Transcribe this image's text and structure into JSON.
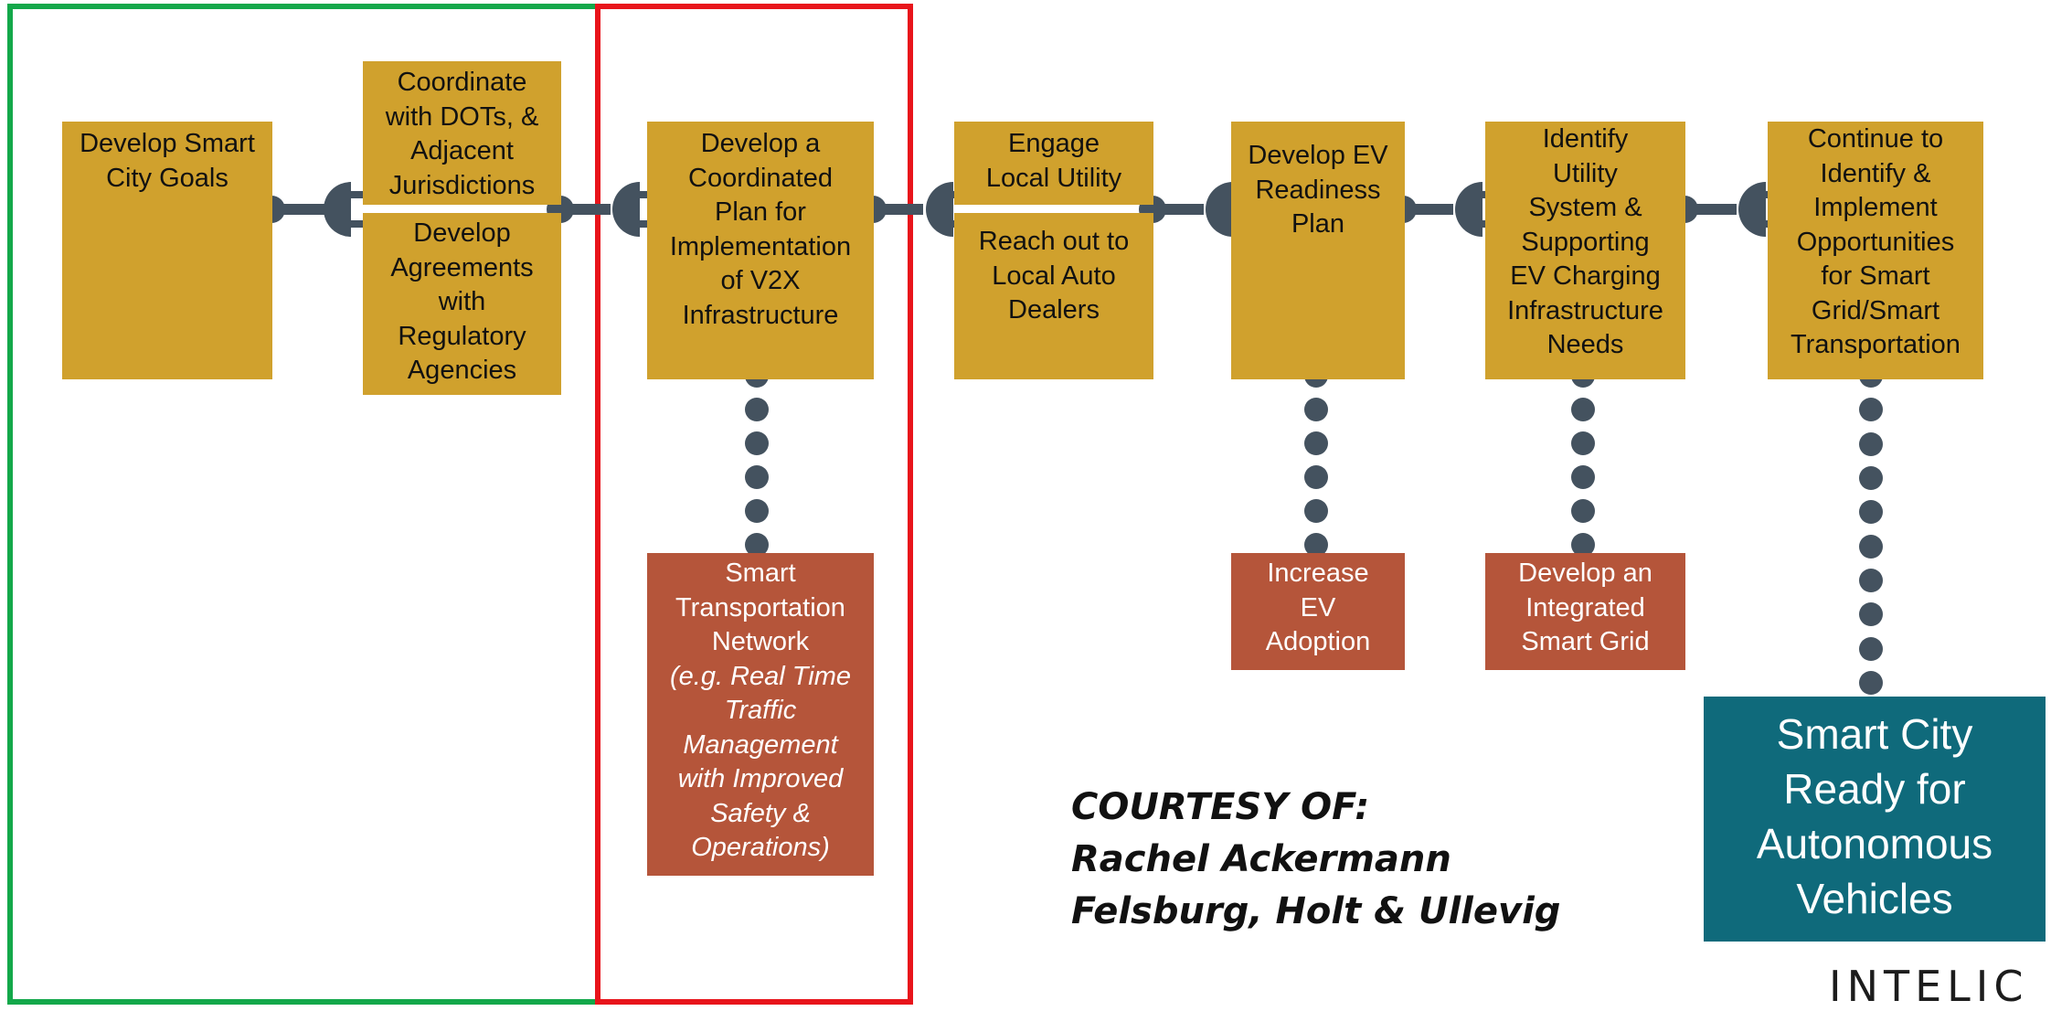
{
  "diagram": {
    "steps": [
      {
        "id": "goals",
        "lines": [
          "Develop Smart",
          "City Goals"
        ]
      },
      {
        "id": "coordinate",
        "lines": [
          "Coordinate",
          "with DOTs, &",
          "Adjacent",
          "Jurisdictions"
        ]
      },
      {
        "id": "agreements",
        "lines": [
          "Develop",
          "Agreements",
          "with",
          "Regulatory",
          "Agencies"
        ]
      },
      {
        "id": "v2x-plan",
        "lines": [
          "Develop a",
          "Coordinated",
          "Plan for",
          "Implementation",
          "of V2X",
          "Infrastructure"
        ]
      },
      {
        "id": "utility",
        "lines": [
          "Engage",
          "Local Utility"
        ]
      },
      {
        "id": "dealers",
        "lines": [
          "Reach out to",
          "Local Auto",
          "Dealers"
        ]
      },
      {
        "id": "ev-readiness",
        "lines": [
          "Develop EV",
          "Readiness",
          "Plan"
        ]
      },
      {
        "id": "charging",
        "lines": [
          "Identify",
          "Utility",
          "System &",
          "Supporting",
          "EV Charging",
          "Infrastructure",
          "Needs"
        ]
      },
      {
        "id": "continue",
        "lines": [
          "Continue to",
          "Identify &",
          "Implement",
          "Opportunities",
          "for Smart",
          "Grid/Smart",
          "Transportation"
        ]
      }
    ],
    "outcomes": [
      {
        "id": "smart-transportation",
        "lines": [
          "Smart",
          "Transportation",
          "Network"
        ],
        "italic_lines": [
          "(e.g. Real Time",
          "Traffic",
          "Management",
          "with Improved",
          "Safety &",
          "Operations)"
        ]
      },
      {
        "id": "ev-adoption",
        "lines": [
          "Increase",
          "EV",
          "Adoption"
        ]
      },
      {
        "id": "smart-grid",
        "lines": [
          "Develop an",
          "Integrated",
          "Smart Grid"
        ]
      }
    ],
    "goal": {
      "lines": [
        "Smart City",
        "Ready for",
        "Autonomous",
        "Vehicles"
      ]
    },
    "colors": {
      "step": "#d0a12d",
      "outcome": "#b5553a",
      "goal": "#0f6a7b",
      "connector": "#44525f",
      "frame_left": "#13a84a",
      "frame_right": "#e8141b"
    }
  },
  "courtesy": {
    "line1": "COURTESY OF:",
    "line2": "Rachel Ackermann",
    "line3": "Felsburg, Holt & Ullevig"
  },
  "logo": {
    "text": "INTELIC"
  }
}
